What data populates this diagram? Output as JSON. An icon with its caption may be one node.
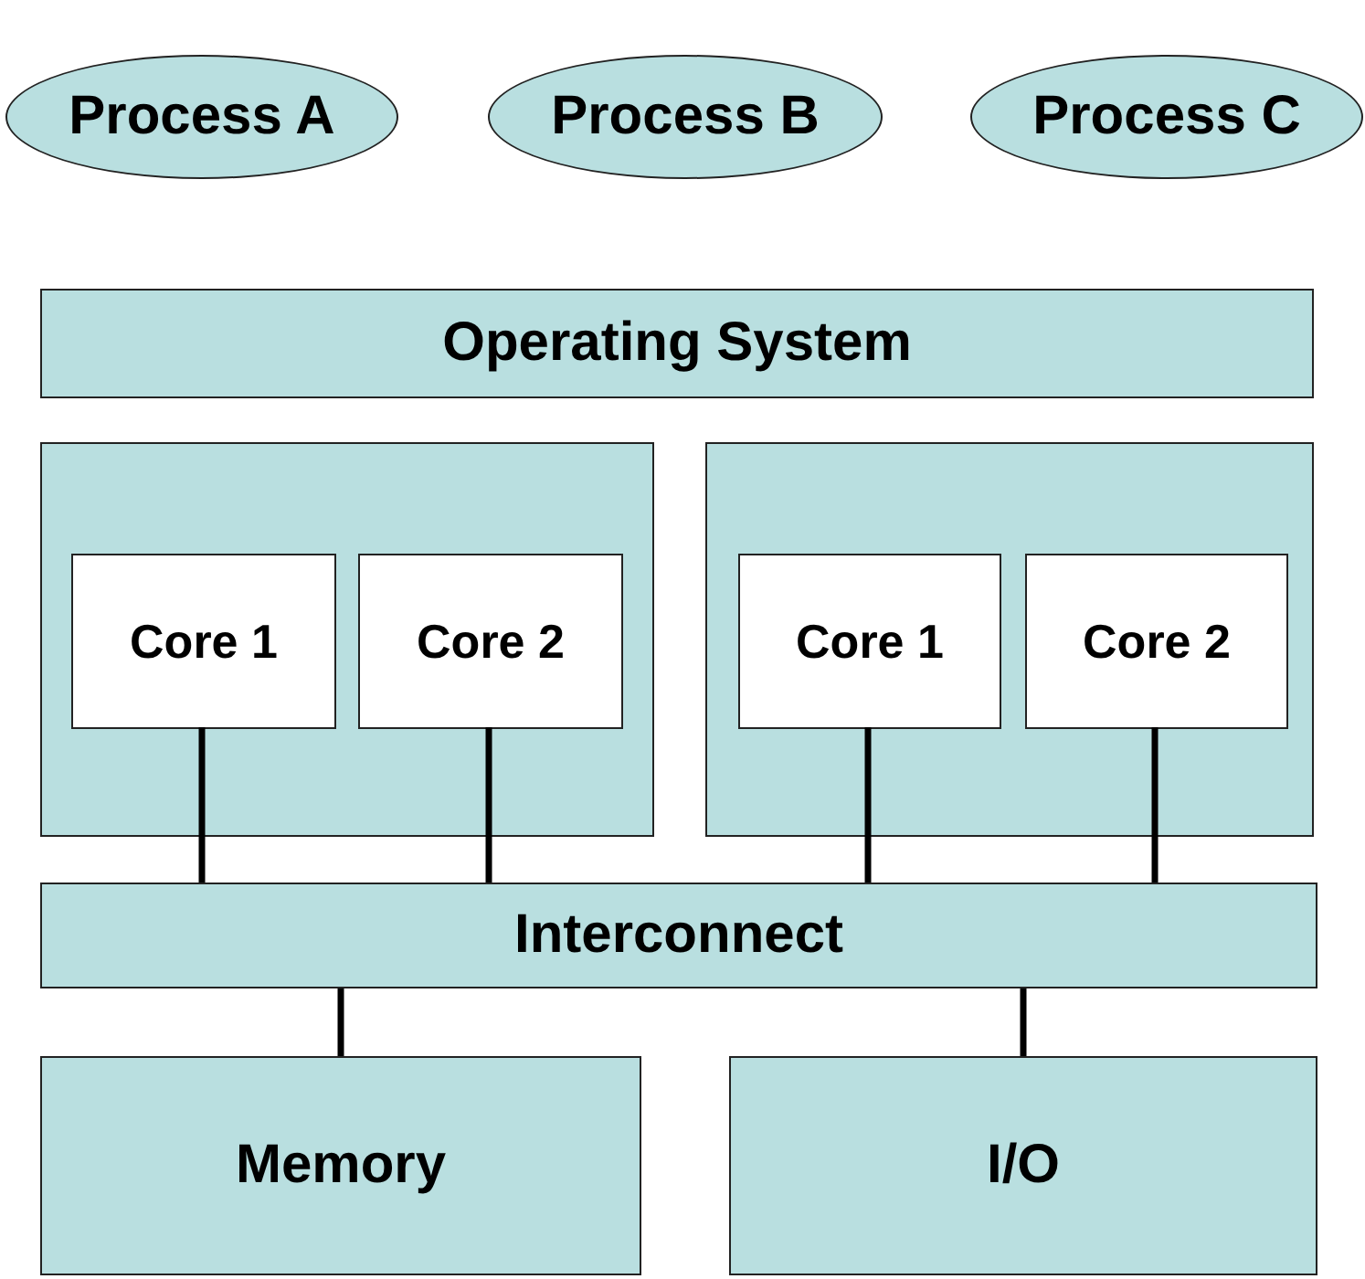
{
  "diagram": {
    "nodes": [
      {
        "text": [
          "Process A"
        ]
      },
      {
        "text": [
          "Process B"
        ]
      },
      {
        "text": [
          "Process C"
        ]
      },
      {
        "text": [
          "Operating System"
        ]
      },
      {
        "text": [],
        "shape": "box"
      },
      {
        "text": [
          "Core 1"
        ],
        "in": 4
      },
      {
        "text": [
          "Core 2"
        ],
        "in": 4
      },
      {
        "text": [],
        "shape": "box"
      },
      {
        "text": [
          "Core 1"
        ],
        "in": 7
      },
      {
        "text": [
          "Core 2"
        ],
        "in": 7
      },
      {
        "text": [
          "Interconnect"
        ]
      },
      {
        "text": [
          "Memory"
        ]
      },
      {
        "text": [
          "I/O"
        ]
      }
    ],
    "edges": [
      {
        "from": 5,
        "to": 10,
        "arrow": "none"
      },
      {
        "from": 6,
        "to": 10,
        "arrow": "none"
      },
      {
        "from": 8,
        "to": 10,
        "arrow": "none"
      },
      {
        "from": 9,
        "to": 10,
        "arrow": "none"
      },
      {
        "from": 10,
        "to": 11,
        "arrow": "none"
      },
      {
        "from": 10,
        "to": 12,
        "arrow": "none"
      }
    ]
  }
}
